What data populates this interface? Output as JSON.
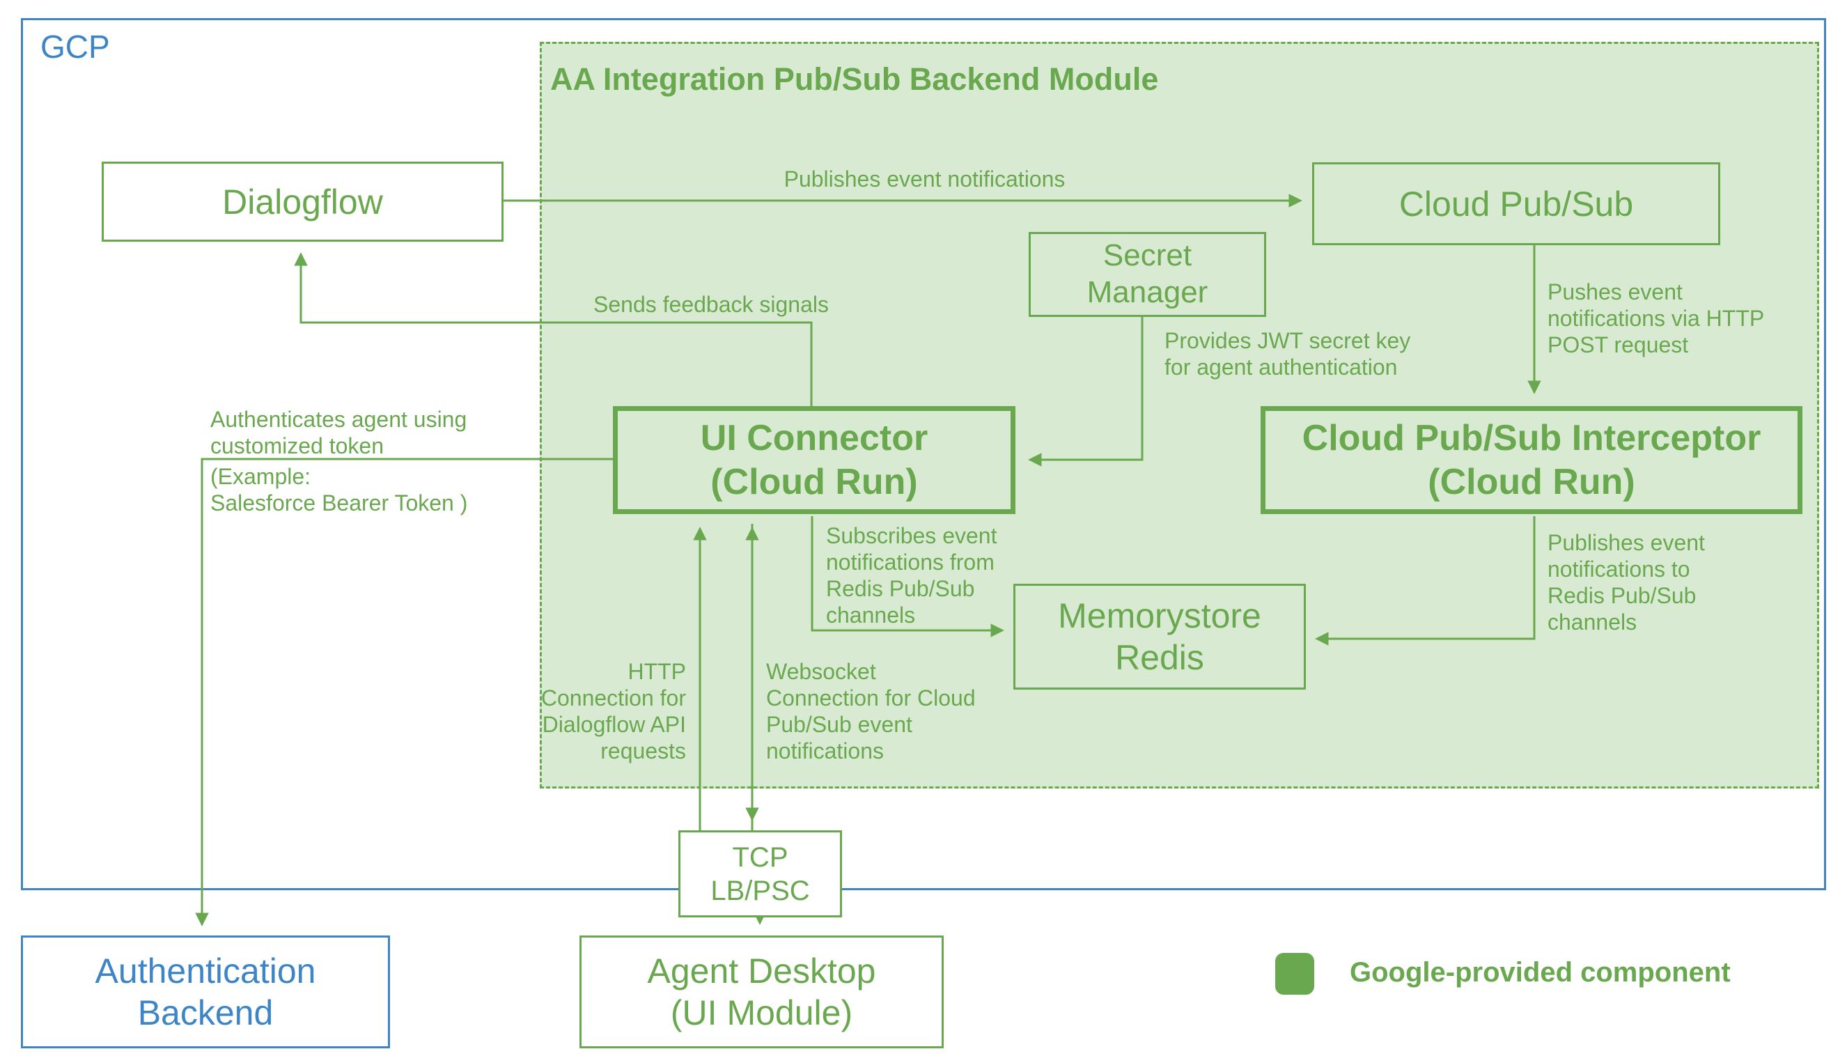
{
  "colors": {
    "green": "#6aa84f",
    "green_fill": "#d9ead3",
    "blue": "#3d85c6",
    "white": "#ffffff"
  },
  "gcp": {
    "label": "GCP"
  },
  "module": {
    "title": "AA Integration Pub/Sub Backend Module"
  },
  "nodes": {
    "dialogflow": {
      "label": "Dialogflow"
    },
    "cloud_pubsub": {
      "label": "Cloud Pub/Sub"
    },
    "secret_manager": {
      "lines": [
        "Secret",
        "Manager"
      ]
    },
    "ui_connector": {
      "lines": [
        "UI Connector",
        "(Cloud Run)"
      ]
    },
    "interceptor": {
      "lines": [
        "Cloud Pub/Sub Interceptor",
        "(Cloud Run)"
      ]
    },
    "memorystore": {
      "lines": [
        "Memorystore",
        "Redis"
      ]
    },
    "tcp_lb": {
      "lines": [
        "TCP",
        "LB/PSC"
      ]
    },
    "agent_desktop": {
      "lines": [
        "Agent Desktop",
        "(UI Module)"
      ]
    },
    "auth_backend": {
      "lines": [
        "Authentication",
        "Backend"
      ]
    }
  },
  "edges": {
    "publishes": {
      "label": "Publishes event notifications"
    },
    "feedback": {
      "label": "Sends feedback signals"
    },
    "provides_jwt": {
      "lines": [
        "Provides JWT secret key",
        "for agent authentication"
      ]
    },
    "pushes": {
      "lines": [
        "Pushes event",
        "notifications via HTTP",
        "POST request"
      ]
    },
    "authenticates": {
      "lines_above": [
        "Authenticates agent using",
        "customized token"
      ],
      "lines_below": [
        "(Example:",
        "Salesforce Bearer Token )"
      ]
    },
    "subscribes": {
      "lines": [
        "Subscribes event",
        "notifications from",
        "Redis Pub/Sub",
        "channels"
      ]
    },
    "publishes_redis": {
      "lines": [
        "Publishes event",
        "notifications to",
        "Redis Pub/Sub",
        "channels"
      ]
    },
    "http_conn": {
      "lines": [
        "HTTP",
        "Connection for",
        "Dialogflow API",
        "requests"
      ]
    },
    "websocket_conn": {
      "lines": [
        "Websocket",
        "Connection for Cloud",
        "Pub/Sub event",
        "notifications"
      ]
    }
  },
  "legend": {
    "label": "Google-provided component"
  }
}
